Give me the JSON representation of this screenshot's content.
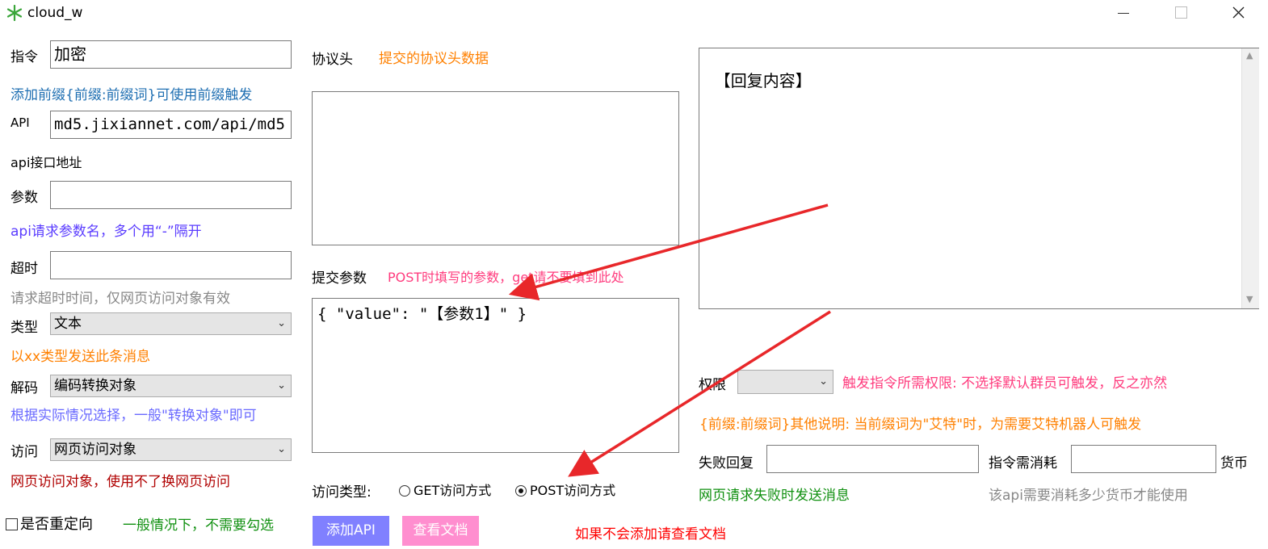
{
  "window": {
    "title": "cloud_w",
    "colors": {
      "blue_hint": "#1f6fb2",
      "orange_hint": "#ff8000",
      "pink_hint": "#ff3c7e",
      "green_hint": "#109010",
      "purple_hint": "#5a3cff",
      "darkred_hint": "#b00000"
    }
  },
  "left": {
    "command": {
      "label": "指令",
      "value": "加密"
    },
    "command_hint": "添加前缀{前缀:前缀词}可使用前缀触发",
    "api": {
      "label": "API",
      "value": "md5.jixiannet.com/api/md5"
    },
    "api_hint": "api接口地址",
    "params": {
      "label": "参数",
      "value": ""
    },
    "params_hint": "api请求参数名，多个用“-”隔开",
    "timeout": {
      "label": "超时",
      "value": ""
    },
    "timeout_hint": "请求超时时间，仅网页访问对象有效",
    "type": {
      "label": "类型",
      "value": "文本"
    },
    "type_hint": "以xx类型发送此条消息",
    "decode": {
      "label": "解码",
      "value": "编码转换对象"
    },
    "decode_hint": "根据实际情况选择，一般\"转换对象\"即可",
    "access": {
      "label": "访问",
      "value": "网页访问对象"
    },
    "access_hint": "网页访问对象，使用不了换网页访问",
    "redirect_label": "是否重定向",
    "redirect_hint": "一般情况下，不需要勾选"
  },
  "middle": {
    "header_label": "协议头",
    "header_hint": "提交的协议头数据",
    "header_value": "",
    "submit_label": "提交参数",
    "submit_hint": "POST时填写的参数，get请不要填到此处",
    "submit_value": "{ \"value\": \"【参数1】\" }",
    "method_label": "访问类型:",
    "method_get": "GET访问方式",
    "method_post": "POST访问方式",
    "add_api_button": "添加API",
    "view_doc_button": "查看文档",
    "doc_hint": "如果不会添加请查看文档"
  },
  "right": {
    "reply_value": "【回复内容】",
    "permission_label": "权限",
    "permission_value": "",
    "permission_hint": "触发指令所需权限: 不选择默认群员可触发，反之亦然",
    "prefix_hint": "{前缀:前缀词}其他说明: 当前缀词为\"艾特\"时，为需要艾特机器人可触发",
    "fail_reply_label": "失败回复",
    "fail_reply_value": "",
    "fail_reply_hint": "网页请求失败时发送消息",
    "cost_label": "指令需消耗",
    "cost_value": "",
    "cost_unit": "货币",
    "cost_hint": "该api需要消耗多少货币才能使用"
  }
}
